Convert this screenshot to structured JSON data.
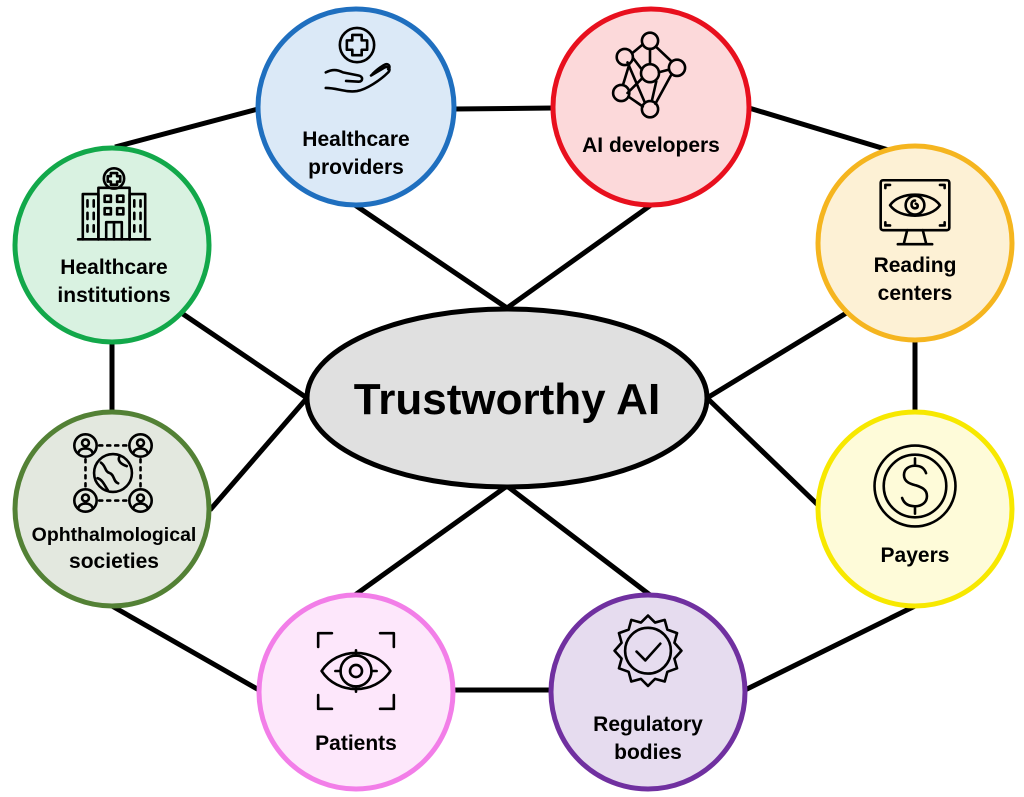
{
  "center": {
    "label": "Trustworthy AI",
    "fill": "#e0e0e0"
  },
  "nodes": [
    {
      "id": "healthcare-providers",
      "lines": [
        "Healthcare",
        "providers"
      ],
      "icon": "hand-medical-cross-icon",
      "stroke": "#1f6fbf",
      "fill": "#dbe9f7"
    },
    {
      "id": "ai-developers",
      "lines": [
        "AI developers"
      ],
      "icon": "neural-network-icon",
      "stroke": "#e8101e",
      "fill": "#fcd9da"
    },
    {
      "id": "reading-centers",
      "lines": [
        "Reading",
        "centers"
      ],
      "icon": "monitor-eye-scan-icon",
      "stroke": "#f5b51f",
      "fill": "#fdf1d5"
    },
    {
      "id": "payers",
      "lines": [
        "Payers"
      ],
      "icon": "dollar-coin-icon",
      "stroke": "#f7e800",
      "fill": "#fefbd9"
    },
    {
      "id": "regulatory-bodies",
      "lines": [
        "Regulatory",
        "bodies"
      ],
      "icon": "approval-badge-icon",
      "stroke": "#7030a0",
      "fill": "#e6dcef"
    },
    {
      "id": "patients",
      "lines": [
        "Patients"
      ],
      "icon": "eye-focus-icon",
      "stroke": "#f27ee8",
      "fill": "#fde7fb"
    },
    {
      "id": "ophthalmological-societies",
      "lines": [
        "Ophthalmological",
        "societies"
      ],
      "icon": "global-community-icon",
      "stroke": "#538135",
      "fill": "#e3e8df"
    },
    {
      "id": "healthcare-institutions",
      "lines": [
        "Healthcare",
        "institutions"
      ],
      "icon": "hospital-building-icon",
      "stroke": "#12a84a",
      "fill": "#d9f2e1"
    }
  ]
}
